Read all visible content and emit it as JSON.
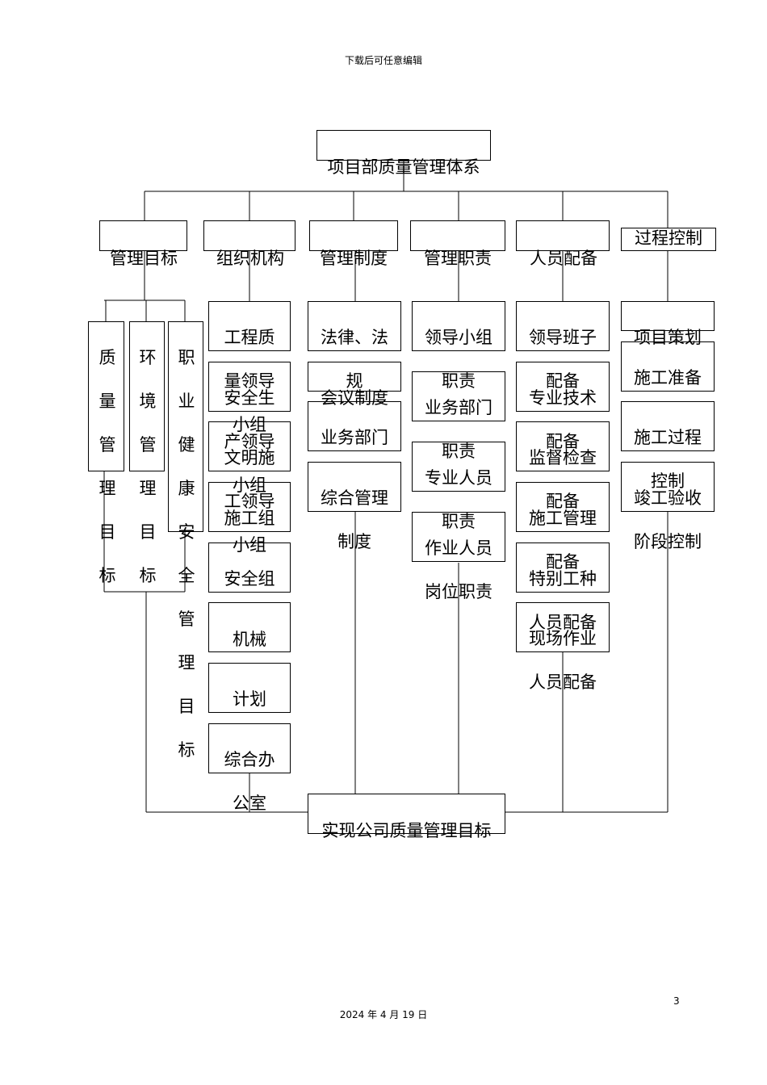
{
  "header": "下载后可任意编辑",
  "footer": {
    "page_number": "3",
    "date": "2024 年 4 月 19 日"
  },
  "top": "项目部质量管理体系",
  "categories": {
    "goals": "管理目标",
    "org": "组织机构",
    "system": "管理制度",
    "duty": "管理职责",
    "staff": "人员配备",
    "process": "过程控制"
  },
  "goals": {
    "quality": "质量管理目标",
    "env": "环境管理目标",
    "ohs": "职业健康安全管理目标"
  },
  "org": [
    "工程质量领导小组",
    "安全生产领导小组",
    "文明施工领导小组",
    "施工组",
    "安全组",
    "机械",
    "计划",
    "综合办公室"
  ],
  "system": [
    "法律、法规",
    "会议制度",
    "业务部门",
    "综合管理制度"
  ],
  "duty": [
    "领导小组职责",
    "业务部门职责",
    "专业人员职责",
    "作业人员岗位职责"
  ],
  "staff": [
    "领导班子配备",
    "专业技术配备",
    "监督检查配备",
    "施工管理配备",
    "特别工种人员配备",
    "现场作业人员配备"
  ],
  "process": [
    "项目策划",
    "施工准备",
    "施工过程控制",
    "竣工验收阶段控制"
  ],
  "bottom": "实现公司质量管理目标"
}
